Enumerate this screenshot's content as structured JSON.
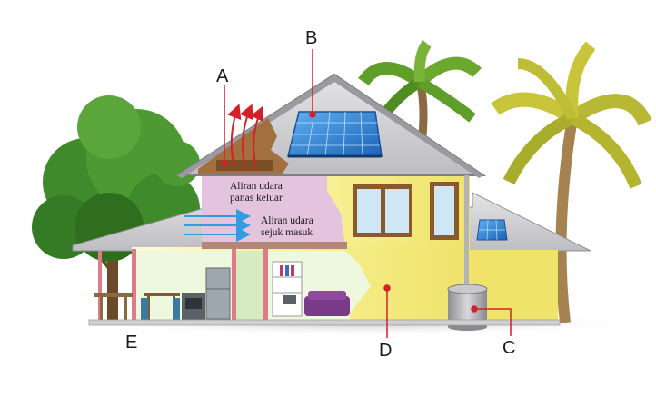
{
  "labels": {
    "a": "A",
    "b": "B",
    "c": "C",
    "d": "D",
    "e": "E"
  },
  "annotations": {
    "hot_air_line1": "Aliran udara",
    "hot_air_line2": "panas keluar",
    "cool_air_line1": "Aliran udara",
    "cool_air_line2": "sejuk masuk"
  },
  "colors": {
    "pointer": "#d42028",
    "wall_yellow": "#f3ea7a",
    "wall_pink": "#e4c3de",
    "roof": "#cfcfd2",
    "solar_panel": "#2f7fd0",
    "hot_arrow": "#d42028",
    "cool_arrow": "#2f9de0"
  }
}
